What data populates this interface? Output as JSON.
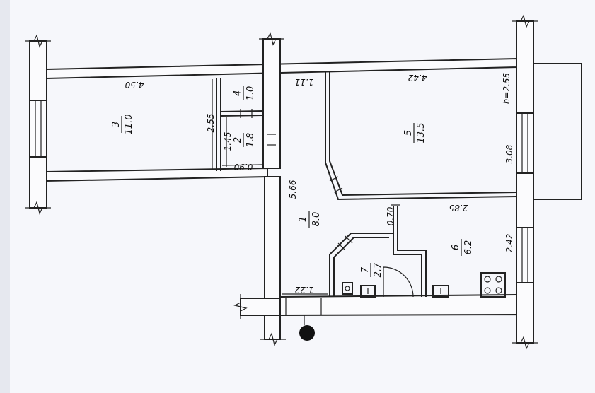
{
  "plan": {
    "rooms": [
      {
        "id": "3",
        "number": "3",
        "area": "11.0"
      },
      {
        "id": "4",
        "number": "4",
        "area": "1.0"
      },
      {
        "id": "2",
        "number": "2",
        "area": "1.8"
      },
      {
        "id": "5",
        "number": "5",
        "area": "13.5"
      },
      {
        "id": "1",
        "number": "1",
        "area": "8.0"
      },
      {
        "id": "7",
        "number": "7",
        "area": "2.7"
      },
      {
        "id": "6",
        "number": "6",
        "area": "6.2"
      }
    ],
    "dimensions": {
      "d_450": "4.50",
      "d_442": "4.42",
      "d_111": "1.11",
      "d_255": "2.55",
      "d_145": "1.45",
      "d_090": "0.90",
      "d_566": "5.66",
      "d_070": "0.70",
      "d_285": "2.85",
      "d_308": "3.08",
      "d_242": "2.42",
      "d_122": "1.22",
      "height": "h=2.55"
    }
  }
}
